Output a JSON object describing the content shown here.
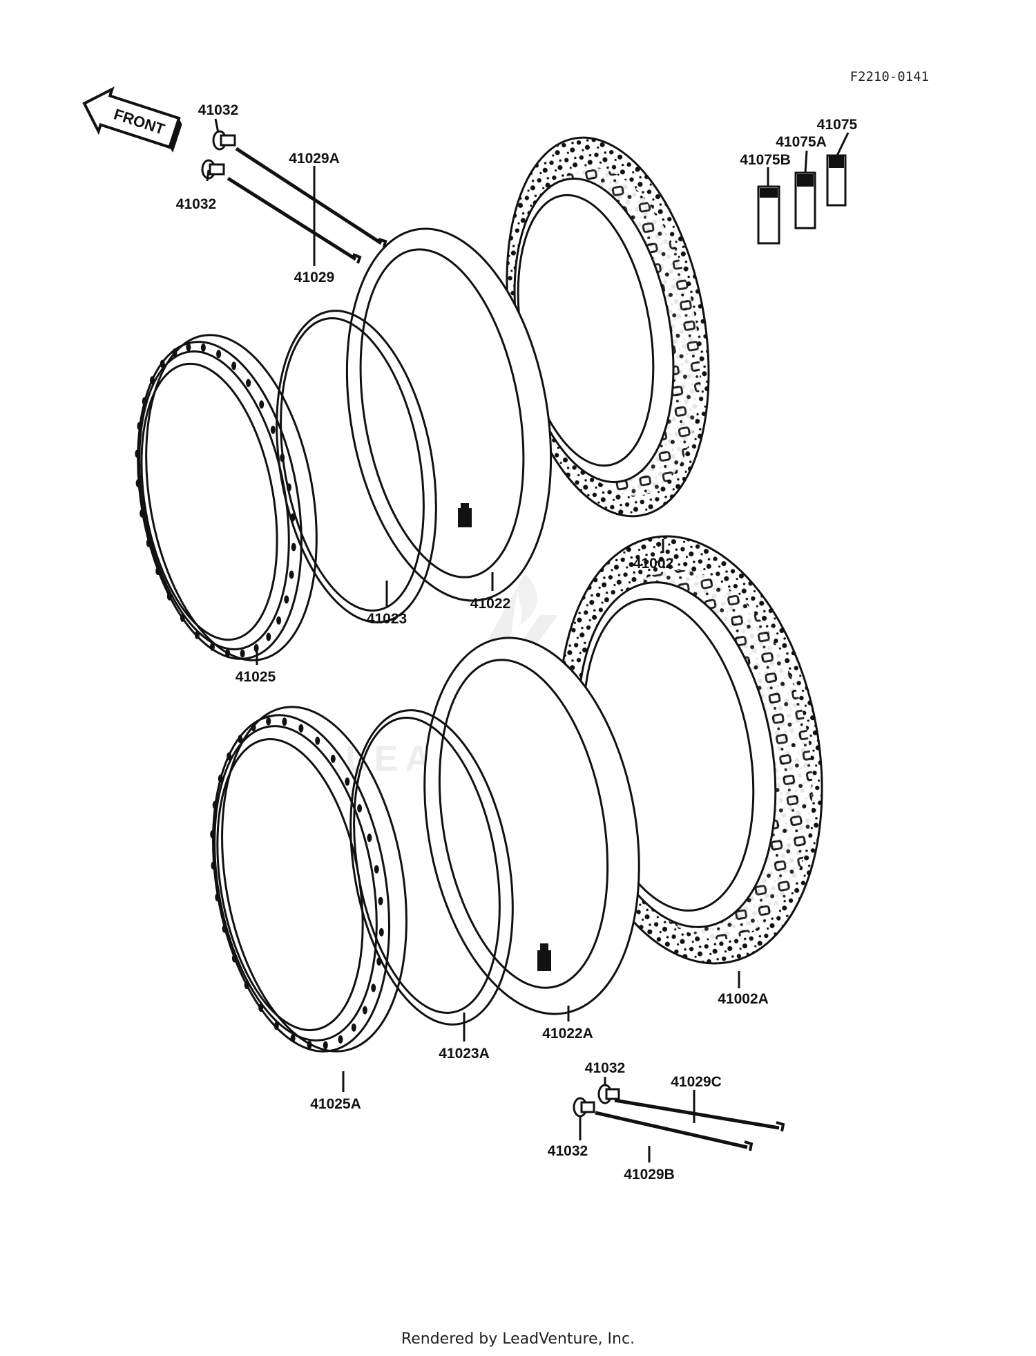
{
  "diagram": {
    "ref_code": "F2210-0141",
    "front_label": "FRONT",
    "watermark": "LEADVENTURE",
    "footer": "Rendered by LeadVenture, Inc.",
    "labels": {
      "p41032_a": "41032",
      "p41032_b": "41032",
      "p41029A": "41029A",
      "p41029": "41029",
      "p41075": "41075",
      "p41075A": "41075A",
      "p41075B": "41075B",
      "p41002": "41002",
      "p41022": "41022",
      "p41023": "41023",
      "p41025": "41025",
      "p41002A": "41002A",
      "p41022A": "41022A",
      "p41023A": "41023A",
      "p41025A": "41025A",
      "p41032_c": "41032",
      "p41032_d": "41032",
      "p41029C": "41029C",
      "p41029B": "41029B"
    }
  }
}
